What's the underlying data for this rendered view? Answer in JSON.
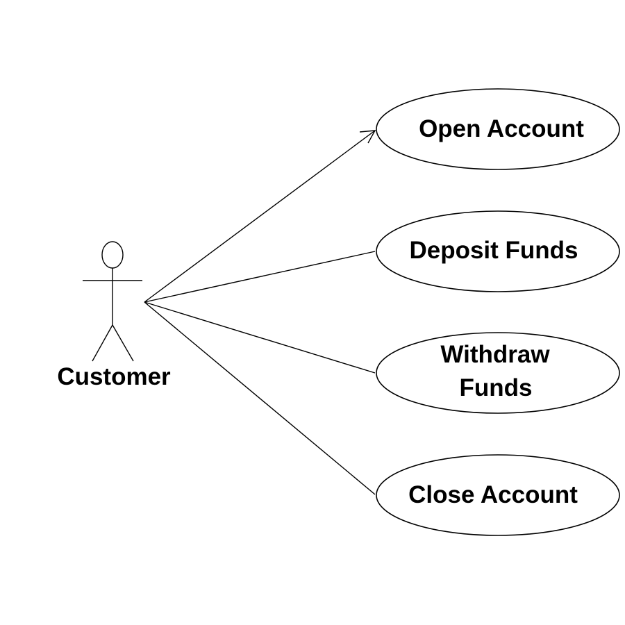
{
  "diagram": {
    "type": "uml-use-case",
    "actor": {
      "name": "Customer"
    },
    "use_cases": [
      {
        "lines": [
          "Open Account"
        ]
      },
      {
        "lines": [
          "Deposit Funds"
        ]
      },
      {
        "lines": [
          "Withdraw",
          "Funds"
        ]
      },
      {
        "lines": [
          "Close Account"
        ]
      }
    ],
    "colors": {
      "stroke": "#000000",
      "background": "#ffffff"
    }
  }
}
